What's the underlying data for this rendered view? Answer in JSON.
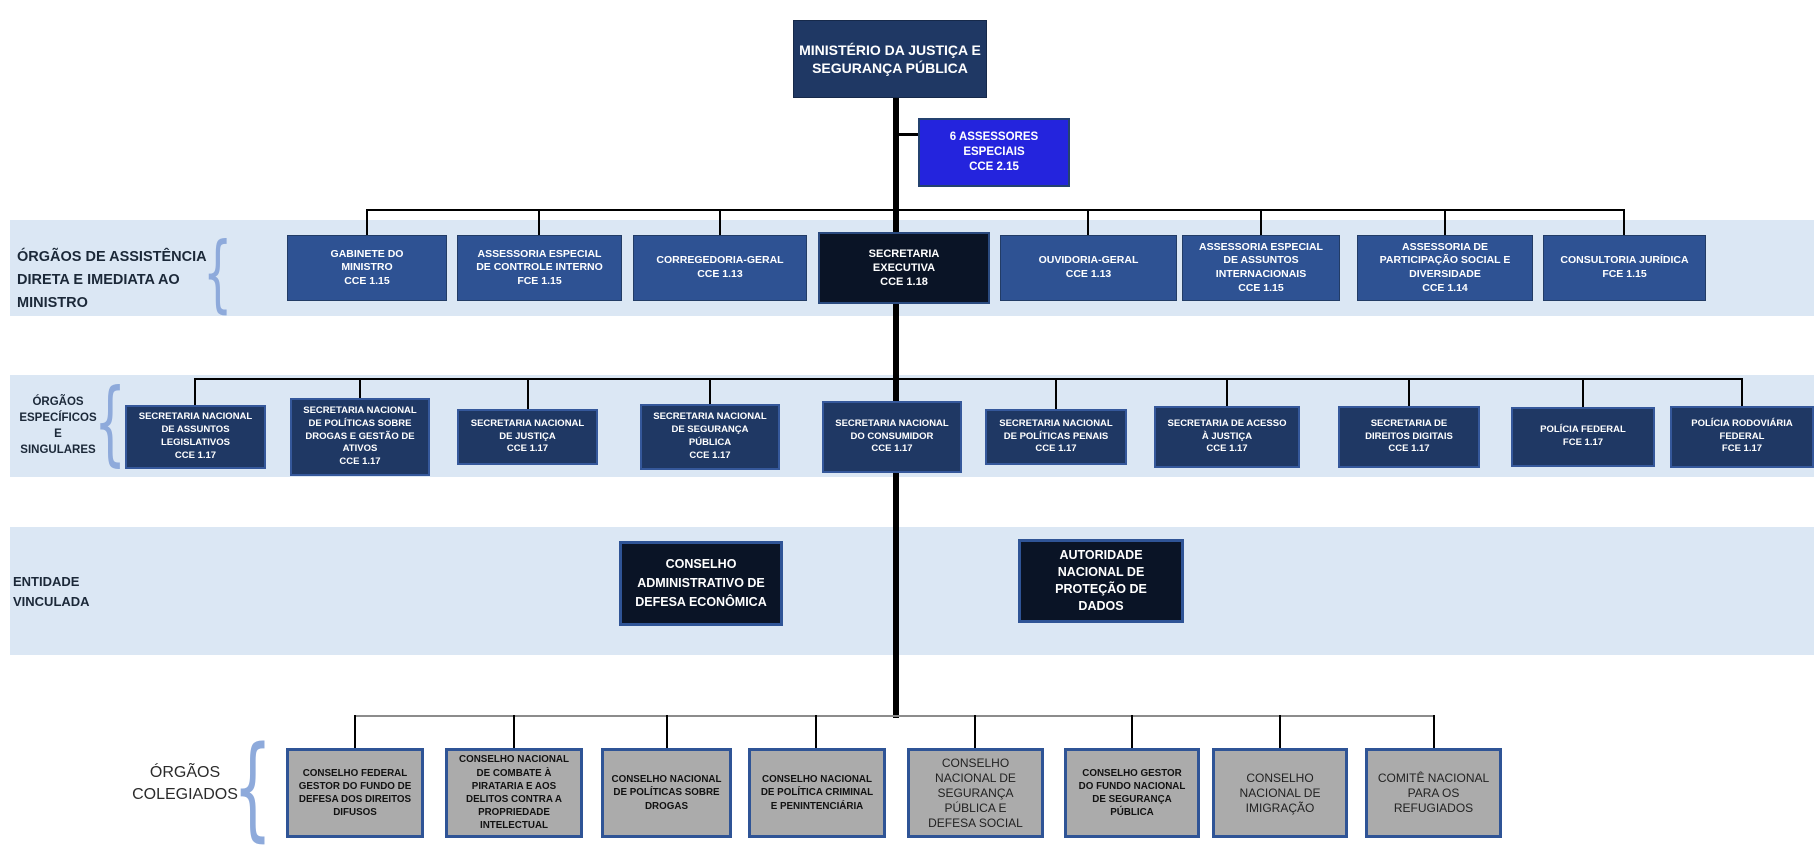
{
  "colors": {
    "band": "#dbe7f4",
    "dark_navy": "#1f3864",
    "medium_blue": "#2e5293",
    "near_black_navy": "#0a1426",
    "bright_blue": "#2424dd",
    "box_border_blue": "#2f5496",
    "gray_box": "#ababab",
    "brace_blue": "#8eaadb",
    "connector": "#000000"
  },
  "root": {
    "label": "MINISTÉRIO DA JUSTIÇA E\nSEGURANÇA PÚBLICA"
  },
  "assessores": {
    "label": "6 ASSESSORES\nESPECIAIS\nCCE 2.15"
  },
  "sections": [
    {
      "label": "ÓRGÃOS DE ASSISTÊNCIA\nDIRETA E IMEDIATA AO\nMINISTRO",
      "boxes": [
        {
          "label": "GABINETE DO\nMINISTRO\nCCE 1.15"
        },
        {
          "label": "ASSESSORIA ESPECIAL\nDE CONTROLE INTERNO\nFCE 1.15"
        },
        {
          "label": "CORREGEDORIA-GERAL\nCCE 1.13"
        },
        {
          "label": "SECRETARIA\nEXECUTIVA\nCCE 1.18"
        },
        {
          "label": "OUVIDORIA-GERAL\nCCE 1.13"
        },
        {
          "label": "ASSESSORIA ESPECIAL\nDE ASSUNTOS\nINTERNACIONAIS\nCCE 1.15"
        },
        {
          "label": "ASSESSORIA DE\nPARTICIPAÇÃO SOCIAL E\nDIVERSIDADE\nCCE 1.14"
        },
        {
          "label": "CONSULTORIA JURÍDICA\nFCE 1.15"
        }
      ]
    },
    {
      "label": "ÓRGÃOS\nESPECÍFICOS\nE\nSINGULARES",
      "boxes": [
        {
          "label": "SECRETARIA NACIONAL\nDE ASSUNTOS\nLEGISLATIVOS\nCCE 1.17"
        },
        {
          "label": "SECRETARIA NACIONAL\nDE POLÍTICAS SOBRE\nDROGAS E GESTÃO DE\nATIVOS\nCCE 1.17"
        },
        {
          "label": "SECRETARIA NACIONAL\nDE JUSTIÇA\nCCE 1.17"
        },
        {
          "label": "SECRETARIA NACIONAL\nDE SEGURANÇA\nPÚBLICA\nCCE 1.17"
        },
        {
          "label": "SECRETARIA NACIONAL\nDO CONSUMIDOR\nCCE 1.17"
        },
        {
          "label": "SECRETARIA NACIONAL\nDE POLÍTICAS PENAIS\nCCE 1.17"
        },
        {
          "label": "SECRETARIA DE ACESSO\nÀ JUSTIÇA\nCCE 1.17"
        },
        {
          "label": "SECRETARIA DE\nDIREITOS DIGITAIS\nCCE 1.17"
        },
        {
          "label": "POLÍCIA FEDERAL\nFCE 1.17"
        },
        {
          "label": "POLÍCIA RODOVIÁRIA\nFEDERAL\nFCE 1.17"
        }
      ]
    },
    {
      "label": "ENTIDADE\nVINCULADA",
      "boxes": [
        {
          "label": "CONSELHO\nADMINISTRATIVO DE\nDEFESA ECONÔMICA"
        },
        {
          "label": "AUTORIDADE\nNACIONAL DE\nPROTEÇÃO DE\nDADOS"
        }
      ]
    },
    {
      "label": "ÓRGÃOS\nCOLEGIADOS",
      "boxes": [
        {
          "label": "CONSELHO FEDERAL\nGESTOR DO FUNDO DE\nDEFESA DOS DIREITOS\nDIFUSOS"
        },
        {
          "label": "CONSELHO NACIONAL\nDE COMBATE À\nPIRATARIA E AOS\nDELITOS CONTRA A\nPROPRIEDADE\nINTELECTUAL"
        },
        {
          "label": "CONSELHO NACIONAL\nDE POLÍTICAS SOBRE\nDROGAS"
        },
        {
          "label": "CONSELHO NACIONAL\nDE POLÍTICA CRIMINAL\nE PENINTENCIÁRIA"
        },
        {
          "label": "CONSELHO\nNACIONAL DE\nSEGURANÇA\nPÚBLICA E\nDEFESA SOCIAL"
        },
        {
          "label": "CONSELHO GESTOR\nDO FUNDO NACIONAL\nDE SEGURANÇA\nPÚBLICA"
        },
        {
          "label": "CONSELHO\nNACIONAL DE\nIMIGRAÇÃO"
        },
        {
          "label": "COMITÊ NACIONAL\nPARA OS\nREFUGIADOS"
        }
      ]
    }
  ],
  "brace_glyph": "{"
}
